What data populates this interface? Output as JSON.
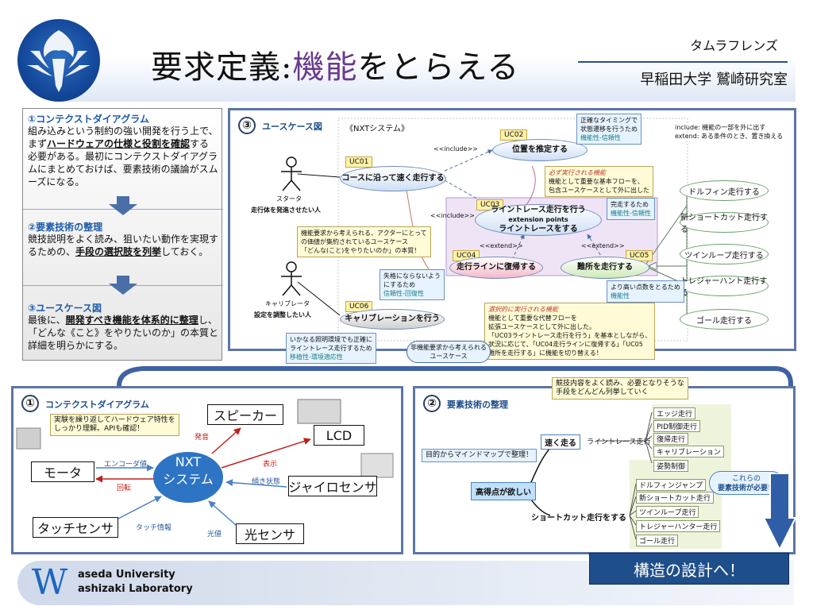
{
  "header": {
    "title_prefix": "要求定義:",
    "title_highlight": "機能",
    "title_suffix": "をとらえる",
    "brand": "タムラフレンズ",
    "affiliation": "早稲田大学 鷲崎研究室"
  },
  "left_panel": {
    "s1_heading": "①コンテクストダイアグラム",
    "s1_text_a": "組み込みという制約の強い開発を行う上で、まず",
    "s1_text_b": "ハードウェアの仕様と役割を確認",
    "s1_text_c": "する必要がある。最初にコンテクストダイアグラムにまとめておけば、要素技術の議論がスムーズになる。",
    "s2_heading": "②要素技術の整理",
    "s2_text_a": "競技説明をよく読み、狙いたい動作を実現するための、",
    "s2_text_b": "手段の選択肢を列挙",
    "s2_text_c": "しておく。",
    "s3_heading": "③ユースケース図",
    "s3_text_a": "最後に、",
    "s3_text_b": "開発すべき機能を体系的に整理",
    "s3_text_c": "し、「どんな《こと》をやりたいのか」の本質と詳細を明らかにする。"
  },
  "usecase": {
    "num": "③",
    "title": "ユースケース図",
    "system_label": "《NXTシステム》",
    "legend_line1": "include: 機能の一部を外に出す",
    "legend_line2": "extend: ある条件のとき、置き換える",
    "uc01_tag": "UC01",
    "uc01": "コースに沿って速く走行する",
    "uc02_tag": "UC02",
    "uc02": "位置を推定する",
    "uc03_tag": "UC03",
    "uc03_line1": "ライントレース走行を行う",
    "uc03_line2": "extension points",
    "uc03_line3": "ライントレースをする",
    "uc04_tag": "UC04",
    "uc04": "走行ラインに復帰する",
    "uc05_tag": "UC05",
    "uc05": "難所を走行する",
    "uc06_tag": "UC06",
    "uc06": "キャリブレーションを行う",
    "include1": "<<include>>",
    "include2": "<<include>>",
    "extend1": "<<extend>>",
    "extend2": "<<extend>>",
    "actor1_name": "スタータ",
    "actor1_desc": "走行体を発進させたい人",
    "actor2_name": "キャリブレータ",
    "actor2_desc": "設定を調整したい人",
    "ext_items": [
      "ドルフィン走行する",
      "新ショートカット走行する",
      "ツインループ走行する",
      "トレジャーハント走行する",
      "ゴール走行する"
    ],
    "note_timing_1": "正確なタイミングで",
    "note_timing_2": "状態遷移を行うため",
    "note_timing_3": "機能性-信頼性",
    "note_must_1": "必ず実行される機能",
    "note_must_2": "機能として重要な基本フローを、",
    "note_must_3": "包含ユースケースとして外に出した",
    "note_line_1": "完走するため",
    "note_line_2": "機能性-信頼性",
    "note_func_1": "機能要求から考えられる、アクターにとって",
    "note_func_2": "の価値が集約されているユースケース",
    "note_func_3": "「どんな(こと)をやりたいのか」の本質！",
    "note_recover_1": "失格にならないよう",
    "note_recover_2": "にするため",
    "note_recover_3": "信頼性-回復性",
    "note_score_1": "より高い点数をとるため",
    "note_score_2": "機能性",
    "note_opt_1": "選択的に実行される機能",
    "note_opt_2": "機能として重要な代替フローを",
    "note_opt_3": "拡張ユースケースとして外に出した。",
    "note_opt_4": "「UC03ライントレース走行を行う」を基本としながら、",
    "note_opt_5": "状況に応じて、「UC04走行ラインに復帰する」「UC05",
    "note_opt_6": "難所を走行する」に機能を切り替える！",
    "note_env_1": "いかなる照明環境でも正確に",
    "note_env_2": "ライントレース走行するため",
    "note_env_3": "移植性-環境適応性",
    "cloud_1": "非機能要求から考えられる",
    "cloud_2": "ユースケース"
  },
  "context": {
    "num": "①",
    "title": "コンテクストダイアグラム",
    "note_1": "実験を繰り返してハードウェア特性を",
    "note_2": "しっかり理解。APIも確認！",
    "nxt_1": "NXT",
    "nxt_2": "システム",
    "motor": "モータ",
    "speaker": "スピーカー",
    "lcd": "LCD",
    "gyro": "ジャイロセンサ",
    "touch": "タッチセンサ",
    "light": "光センサ",
    "encoder": "エンコーダ値",
    "rotate": "回転",
    "sound": "発音",
    "display": "表示",
    "tilt": "傾き状態",
    "touch_info": "タッチ情報",
    "light_val": "光値"
  },
  "requirements": {
    "num": "②",
    "title": "要素技術の整理",
    "callout_1": "競技内容をよく読み、必要となりそうな",
    "callout_2": "手段をどんどん列挙していく",
    "start_note": "目的からマインドマップで整理！",
    "root": "高得点が欲しい",
    "fast": "速く走る",
    "linetrace": "ライントレース走行",
    "fast_leaves": [
      "エッジ走行",
      "PID制御走行",
      "復帰走行",
      "キャリブレーション",
      "姿勢制御"
    ],
    "shortcut": "ショートカット走行をする",
    "shortcut_leaves": [
      "ドルフィンジャンプ",
      "新ショートカット走行",
      "ツインループ走行",
      "トレジャーハンター走行",
      "ゴール走行"
    ],
    "cloud_1": "これらの",
    "cloud_2": "要素技術が必要！"
  },
  "footer": {
    "w": "W",
    "line1": "aseda University",
    "line2": "ashizaki Laboratory",
    "next": "構造の設計へ！"
  },
  "colors": {
    "accent": "#1f4f8a",
    "border": "#5b76a6",
    "highlight": "#6a3a8a",
    "teal": "#1a7f88"
  }
}
